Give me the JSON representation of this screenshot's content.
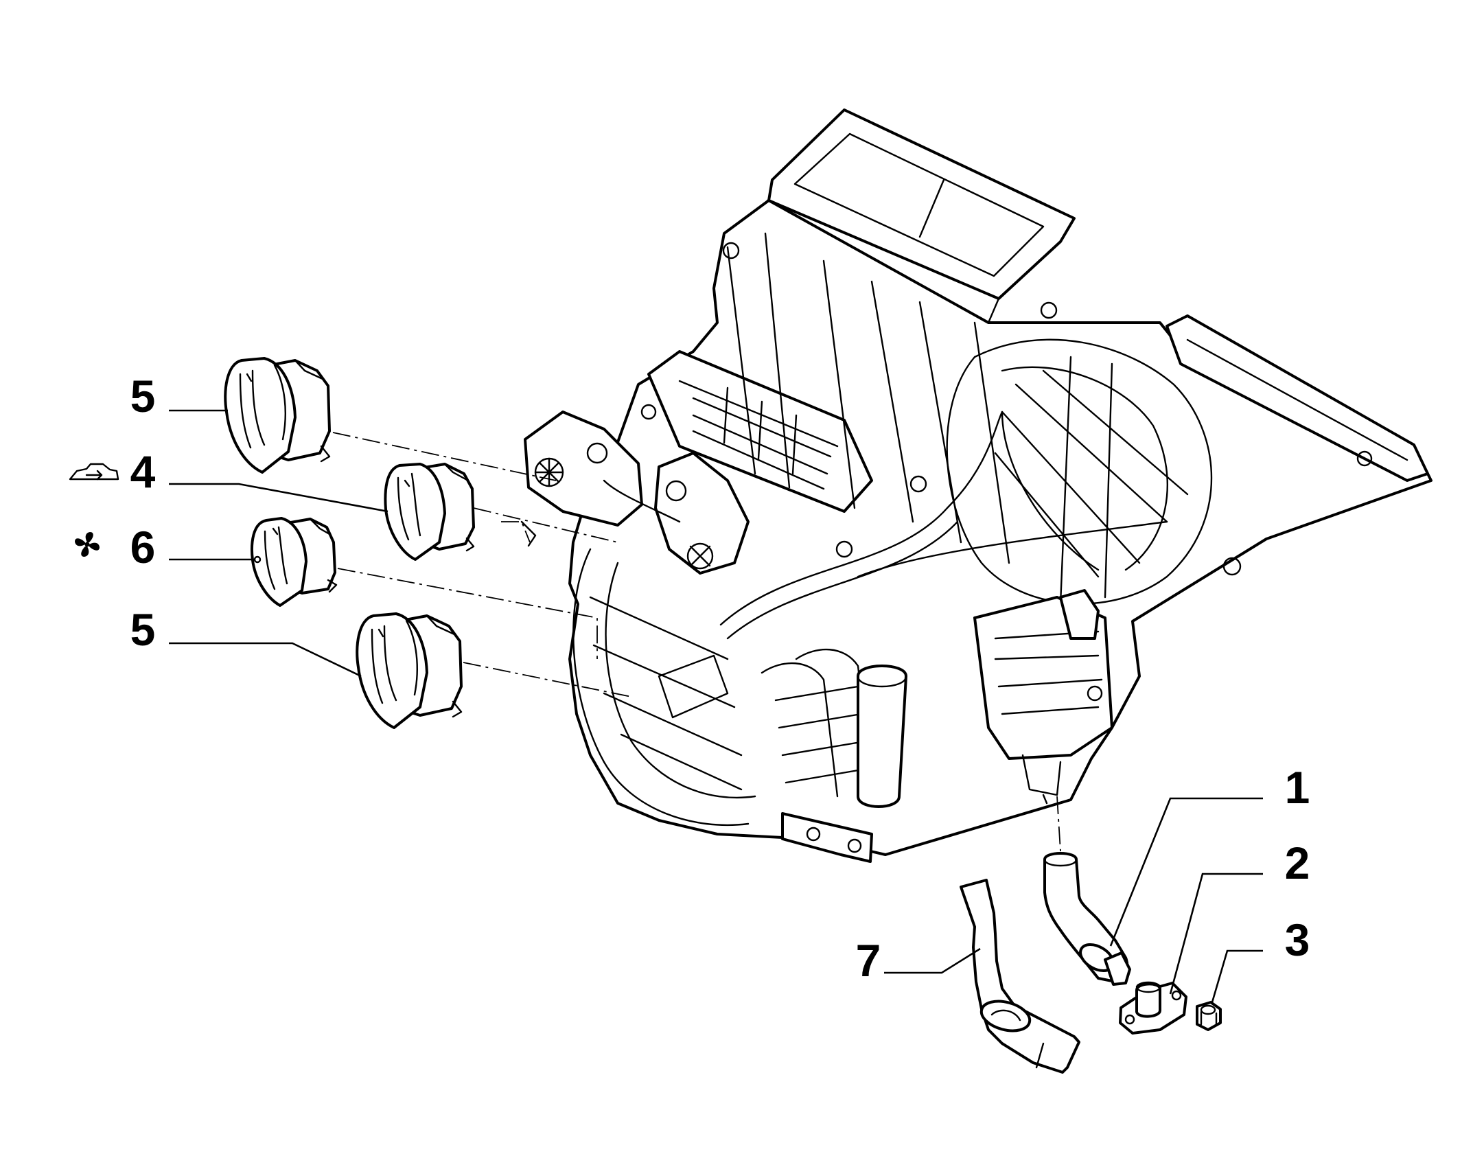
{
  "callouts": [
    {
      "id": "c1",
      "label": "1"
    },
    {
      "id": "c2",
      "label": "2"
    },
    {
      "id": "c3",
      "label": "3"
    },
    {
      "id": "c4",
      "label": "4",
      "icon": "car-air-recirculation-icon"
    },
    {
      "id": "c5a",
      "label": "5"
    },
    {
      "id": "c5b",
      "label": "5"
    },
    {
      "id": "c6",
      "label": "6",
      "icon": "fan-icon"
    },
    {
      "id": "c7",
      "label": "7"
    }
  ],
  "colors": {
    "line": "#000000",
    "background": "#ffffff"
  }
}
